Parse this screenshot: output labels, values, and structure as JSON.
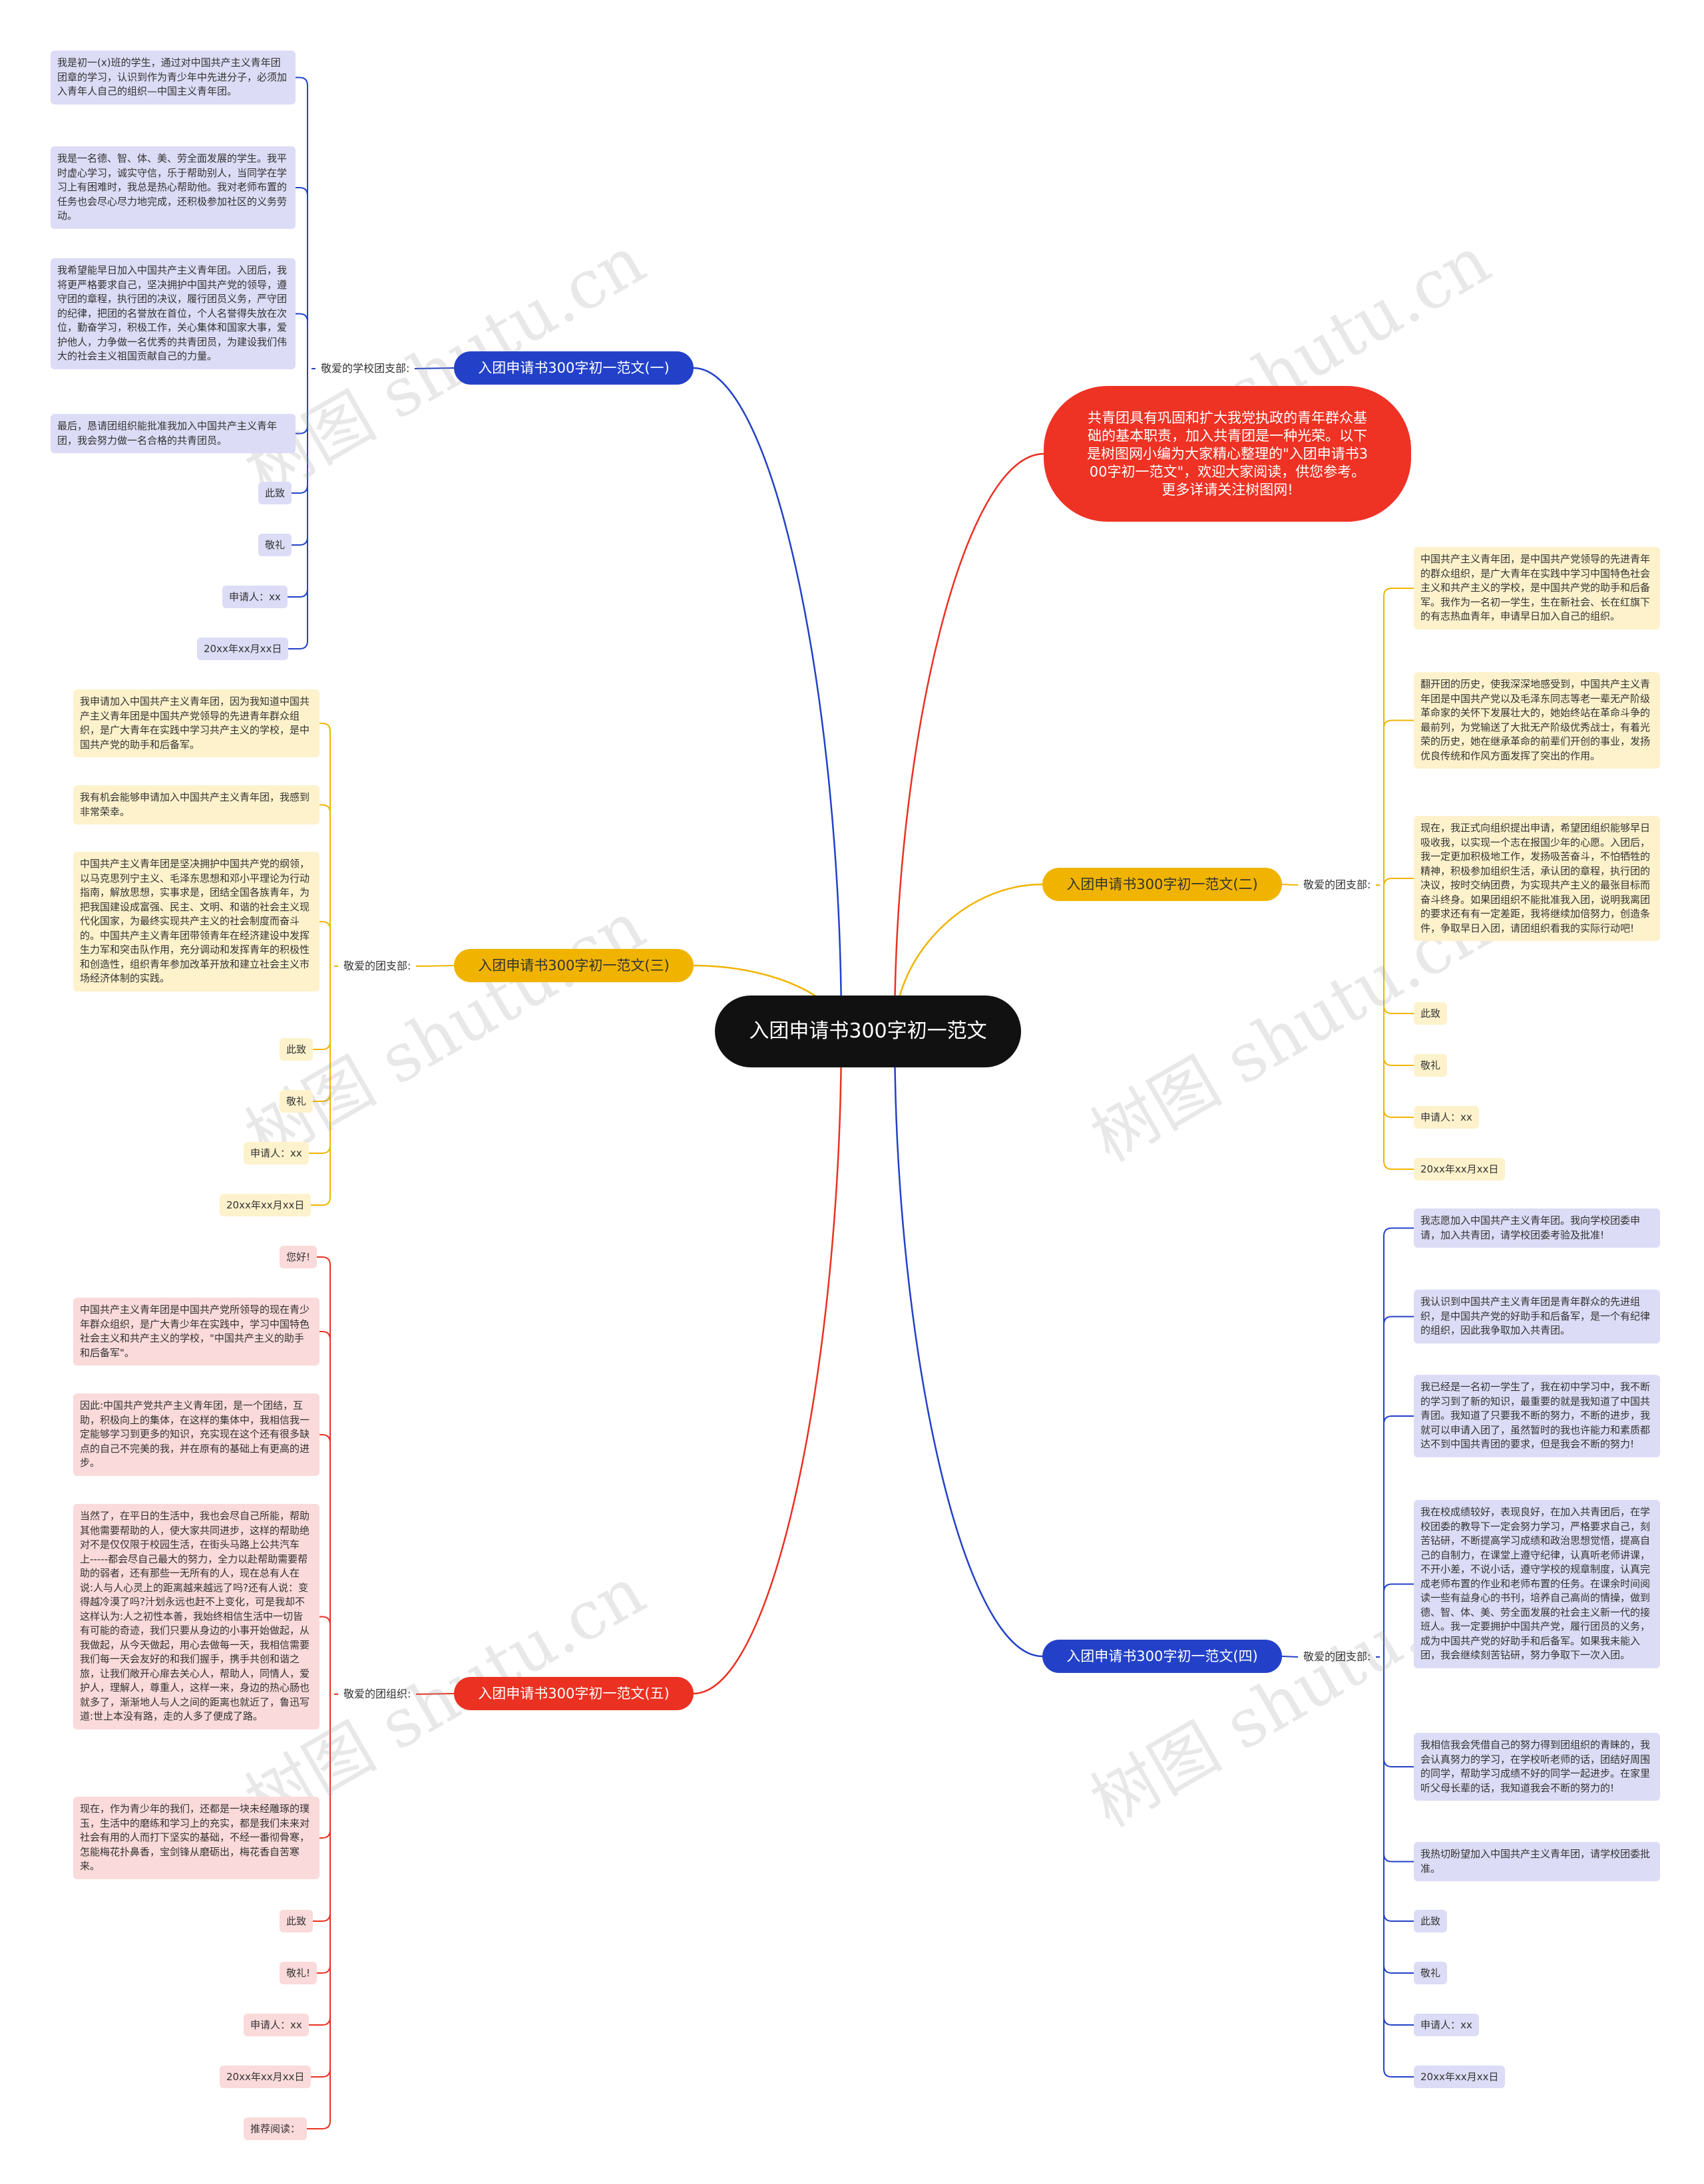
{
  "root": {
    "title": "入团申请书300字初一范文"
  },
  "intro": {
    "text": "共青团具有巩固和扩大我党执政的青年群众基础的基本职责，加入共青团是一种光荣。以下是树图网小编为大家精心整理的\"入团申请书300字初一范文\"，欢迎大家阅读，供您参考。更多详请关注树图网!"
  },
  "branches": {
    "b1": {
      "title": "入团申请书300字初一范文(一)",
      "label": "敬爱的学校团支部:",
      "items": [
        "我是初一(x)班的学生，通过对中国共产主义青年团团章的学习，认识到作为青少年中先进分子，必须加入青年人自己的组织—中国主义青年团。",
        "我是一名德、智、体、美、劳全面发展的学生。我平时虚心学习，诚实守信，乐于帮助别人，当同学在学习上有困难时，我总是热心帮助他。我对老师布置的任务也会尽心尽力地完成，还积极参加社区的义务劳动。",
        "我希望能早日加入中国共产主义青年团。入团后，我将更严格要求自己，坚决拥护中国共产党的领导，遵守团的章程，执行团的决议，履行团员义务，严守团的纪律，把团的名誉放在首位，个人名誉得失放在次位，勤奋学习，积极工作，关心集体和国家大事，爱护他人，力争做一名优秀的共青团员，为建设我们伟大的社会主义祖国贡献自己的力量。",
        "最后，恳请团组织能批准我加入中国共产主义青年团，我会努力做一名合格的共青团员。",
        "此致",
        "敬礼",
        "申请人：xx",
        "20xx年xx月xx日"
      ]
    },
    "b2": {
      "title": "入团申请书300字初一范文(二)",
      "label": "敬爱的团支部:",
      "items": [
        "中国共产主义青年团，是中国共产党领导的先进青年的群众组织，是广大青年在实践中学习中国特色社会主义和共产主义的学校，是中国共产党的助手和后备军。我作为一名初一学生，生在新社会、长在红旗下的有志热血青年，申请早日加入自己的组织。",
        "翻开团的历史，使我深深地感受到，中国共产主义青年团是中国共产党以及毛泽东同志等老一辈无产阶级革命家的关怀下发展壮大的，她始终站在革命斗争的最前列，为党输送了大批无产阶级优秀战士，有着光荣的历史，她在继承革命的前辈们开创的事业，发扬优良传统和作风方面发挥了突出的作用。",
        "现在，我正式向组织提出申请，希望团组织能够早日吸收我，以实现一个志在报国少年的心愿。入团后，我一定更加积极地工作，发扬吸苦奋斗，不怕牺牲的精神，积极参加组织生活，承认团的章程，执行团的决议，按时交纳团费，为实现共产主义的最张目标而奋斗终身。如果团组织不能批准我入团，说明我离团的要求还有有一定差距，我将继续加倍努力，创造条件，争取早日入团，请团组织看我的实际行动吧!",
        "此致",
        "敬礼",
        "申请人：xx",
        "20xx年xx月xx日"
      ]
    },
    "b3": {
      "title": "入团申请书300字初一范文(三)",
      "label": "敬爱的团支部:",
      "items": [
        "我申请加入中国共产主义青年团，因为我知道中国共产主义青年团是中国共产党领导的先进青年群众组织，是广大青年在实践中学习共产主义的学校，是中国共产党的助手和后备军。",
        "我有机会能够申请加入中国共产主义青年团，我感到非常荣幸。",
        "中国共产主义青年团是坚决拥护中国共产党的纲领，以马克思列宁主义、毛泽东思想和邓小平理论为行动指南，解放思想，实事求是，团结全国各族青年，为把我国建设成富强、民主、文明、和谐的社会主义现代化国家，为最终实现共产主义的社会制度而奋斗的。中国共产主义青年团带领青年在经济建设中发挥生力军和突击队作用，充分调动和发挥青年的积极性和创造性，组织青年参加改革开放和建立社会主义市场经济体制的实践。",
        "此致",
        "敬礼",
        "申请人：xx",
        "20xx年xx月xx日"
      ]
    },
    "b4": {
      "title": "入团申请书300字初一范文(四)",
      "label": "敬爱的团支部:",
      "items": [
        "我志愿加入中国共产主义青年团。我向学校团委申请，加入共青团，请学校团委考验及批准!",
        "我认识到中国共产主义青年团是青年群众的先进组织，是中国共产党的好助手和后备军，是一个有纪律的组织，因此我争取加入共青团。",
        "我已经是一名初一学生了，我在初中学习中，我不断的学习到了新的知识，最重要的就是我知道了中国共青团。我知道了只要我不断的努力，不断的进步，我就可以申请入团了，虽然暂时的我也许能力和素质都达不到中国共青团的要求，但是我会不断的努力!",
        "我在校成绩较好，表现良好，在加入共青团后，在学校团委的教导下一定会努力学习，严格要求自己，刻苦钻研，不断提高学习成绩和政治思想觉悟，提高自己的自制力，在课堂上遵守纪律，认真听老师讲课，不开小差，不说小话，遵守学校的规章制度，认真完成老师布置的作业和老师布置的任务。在课余时间阅读一些有益身心的书刊，培养自己高尚的情操，做到德、智、体、美、劳全面发展的社会主义新一代的接班人。我一定要拥护中国共产党，履行团员的义务，成为中国共产党的好助手和后备军。如果我未能入团，我会继续刻苦钻研，努力争取下一次入团。",
        "我相信我会凭借自己的努力得到团组织的青睐的，我会认真努力的学习，在学校听老师的话，团结好周围的同学，帮助学习成绩不好的同学一起进步。在家里听父母长辈的话，我知道我会不断的努力的!",
        "我热切盼望加入中国共产主义青年团，请学校团委批准。",
        "此致",
        "敬礼",
        "申请人：xx",
        "20xx年xx月xx日"
      ]
    },
    "b5": {
      "title": "入团申请书300字初一范文(五)",
      "label": "敬爱的团组织:",
      "items": [
        "您好!",
        "中国共产主义青年团是中国共产党所领导的现在青少年群众组织，是广大青少年在实践中，学习中国特色社会主义和共产主义的学校，\"中国共产主义的助手和后备军\"。",
        "因此:中国共产党共产主义青年团，是一个团结，互助，积极向上的集体，在这样的集体中，我相信我一定能够学习到更多的知识，充实现在这个还有很多缺点的自己不完美的我，并在原有的基础上有更高的进步。",
        "当然了，在平日的生活中，我也会尽自己所能，帮助其他需要帮助的人，使大家共同进步，这样的帮助绝对不是仅仅限于校园生活，在街头马路上公共汽车上-----都会尽自己最大的努力，全力以赴帮助需要帮助的弱者，还有那些一无所有的人，现在总有人在说:人与人心灵上的距离越来越远了吗?还有人说：变得越冷漠了吗?汁划永远也赶不上变化，可是我却不这样认为:人之初性本善，我始终相信生活中一切皆有可能的奇迹，我们只要从身边的小事开始做起，从我做起，从今天做起，用心去做每一天，我相信需要我们每一天会友好的和我们握手，携手共创和谐之旅，让我们敞开心扉去关心人，帮助人，同情人，爱护人，理解人，尊重人，这样一来，身边的热心肠也就多了，渐渐地人与人之间的距离也就近了，鲁迅写道:世上本没有路，走的人多了便成了路。",
        "现在，作为青少年的我们，还都是一块未经雕琢的璞玉，生活中的磨练和学习上的充实，都是我们未来对社会有用的人而打下坚实的基础，不经一番彻骨寒，怎能梅花扑鼻香，宝剑锋从磨砺出，梅花香自苦寒来。",
        "此致",
        "敬礼!",
        "申请人：xx",
        "20xx年xx月xx日",
        "推荐阅读："
      ]
    }
  },
  "watermark": "树图 shutu.cn",
  "colors": {
    "blue": "#2341c8",
    "yellow": "#f0b400",
    "red": "#ea3122",
    "dark": "#111111"
  }
}
